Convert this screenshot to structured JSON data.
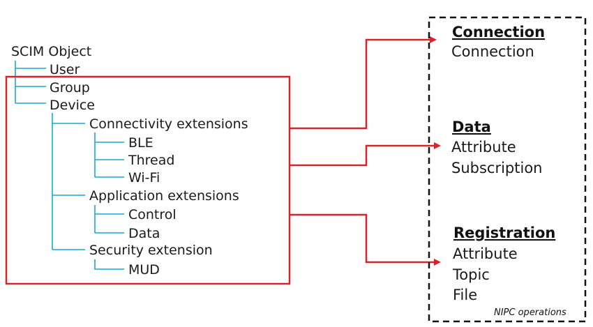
{
  "tree": {
    "root": "SCIM Object",
    "nodes": [
      "User",
      "Group",
      "Device",
      "Connectivity extensions",
      "BLE",
      "Thread",
      "Wi-Fi",
      "Application extensions",
      "Control",
      "Data",
      "Security extension",
      "MUD"
    ]
  },
  "nipc": {
    "caption": "NIPC operations",
    "connection": {
      "heading": "Connection",
      "items": [
        "Connection"
      ]
    },
    "data": {
      "heading": "Data",
      "items": [
        "Attribute",
        "Subscription"
      ]
    },
    "registration": {
      "heading": "Registration",
      "items": [
        "Attribute",
        "Topic",
        "File"
      ]
    }
  },
  "colors": {
    "tree_lines": "#1aa7d6",
    "highlight": "#d8232a",
    "text": "#1a1a1a",
    "dashed_border": "#111111"
  }
}
